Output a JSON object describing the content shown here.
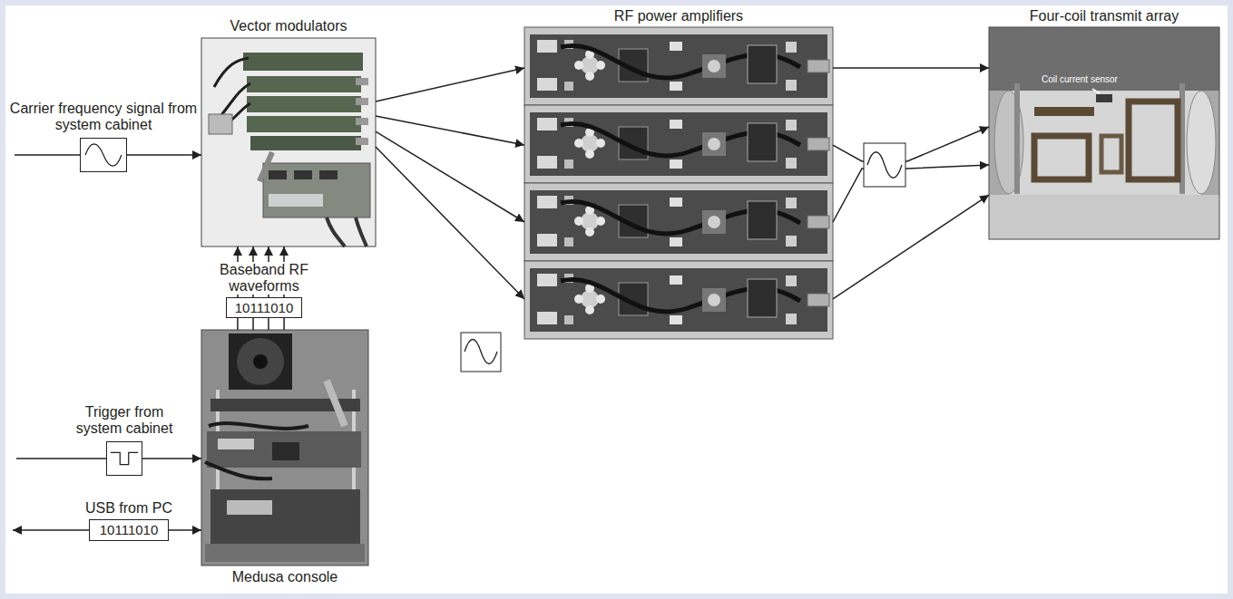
{
  "diagram": {
    "nodes": [
      {
        "text": [
          "Carrier frequency signal from system cabinet"
        ]
      },
      {
        "text": [
          "Vector modulators"
        ]
      },
      {
        "text": [
          "RF power amplifiers"
        ]
      },
      {
        "text": [
          "Four-coil transmit array",
          "Coil current sensor"
        ]
      },
      {
        "text": [
          "Baseband RF waveforms",
          "10111010"
        ]
      },
      {
        "text": [
          "Trigger from system cabinet"
        ]
      },
      {
        "text": [
          "USB from PC",
          "10111010"
        ]
      },
      {
        "text": [
          "Medusa console"
        ]
      }
    ],
    "edges": [
      {
        "from": 0,
        "to": 1,
        "arrow": "to"
      },
      {
        "from": 1,
        "to": 2,
        "arrow": "to"
      },
      {
        "from": 1,
        "to": 2,
        "arrow": "to"
      },
      {
        "from": 1,
        "to": 2,
        "arrow": "to"
      },
      {
        "from": 1,
        "to": 2,
        "arrow": "to"
      },
      {
        "from": 2,
        "to": 3,
        "arrow": "to"
      },
      {
        "from": 2,
        "to": 3,
        "arrow": "to"
      },
      {
        "from": 2,
        "to": 3,
        "arrow": "to"
      },
      {
        "from": 2,
        "to": 3,
        "arrow": "to"
      },
      {
        "from": 4,
        "to": 1,
        "arrow": "to"
      },
      {
        "from": 4,
        "to": 1,
        "arrow": "to"
      },
      {
        "from": 4,
        "to": 1,
        "arrow": "to"
      },
      {
        "from": 4,
        "to": 1,
        "arrow": "to"
      },
      {
        "from": 7,
        "to": 4,
        "arrow": "none"
      },
      {
        "from": 7,
        "to": 4,
        "arrow": "none"
      },
      {
        "from": 7,
        "to": 4,
        "arrow": "none"
      },
      {
        "from": 7,
        "to": 4,
        "arrow": "none"
      },
      {
        "from": 5,
        "to": 7,
        "arrow": "to"
      },
      {
        "from": 6,
        "to": 7,
        "arrow": "to"
      }
    ]
  }
}
